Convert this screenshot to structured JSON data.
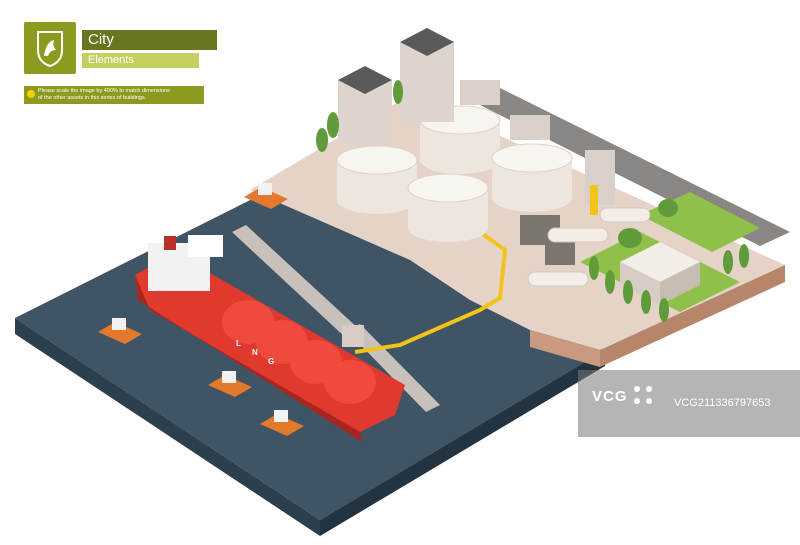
{
  "header": {
    "title": "City",
    "subtitle": "Elements",
    "note_lines": [
      "Please scale the image by 400% to match dimensions",
      "of the other assets in this series of buildings."
    ]
  },
  "ship": {
    "hull_letters": [
      "L",
      "N",
      "G"
    ]
  },
  "watermark": {
    "logo": "VCG",
    "id": "VCG21133679765​3"
  },
  "colors": {
    "water": "#3f5566",
    "ground": "#e8d6cc",
    "grass": "#8fc04a",
    "hull": "#e0392e",
    "pipe": "#f0c419",
    "tank": "#f2ede7",
    "brand": "#8c9a1f"
  }
}
